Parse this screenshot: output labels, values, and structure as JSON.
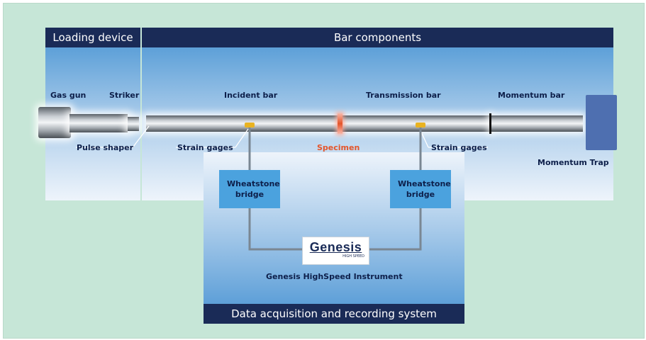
{
  "headers": {
    "loading_device": "Loading device",
    "bar_components": "Bar components",
    "daq": "Data acquisition and recording system"
  },
  "labels": {
    "gas_gun": "Gas gun",
    "striker": "Striker",
    "incident_bar": "Incident bar",
    "transmission_bar": "Transmission bar",
    "momentum_bar": "Momentum bar",
    "pulse_shaper": "Pulse shaper",
    "strain_gages_left": "Strain gages",
    "specimen": "Specimen",
    "strain_gages_right": "Strain gages",
    "momentum_trap": "Momentum Trap",
    "wheatstone_left": "Wheatstone bridge",
    "wheatstone_right": "Wheatstone bridge",
    "instrument": "Genesis HighSpeed Instrument"
  },
  "logo": {
    "name": "Genesis",
    "tagline": "HIGH SPEED"
  },
  "colors": {
    "header": "#1a2b57",
    "background": "#c6e6d7",
    "box": "#4ba2de",
    "specimen": "#e4552b",
    "gage": "#e9b321"
  }
}
